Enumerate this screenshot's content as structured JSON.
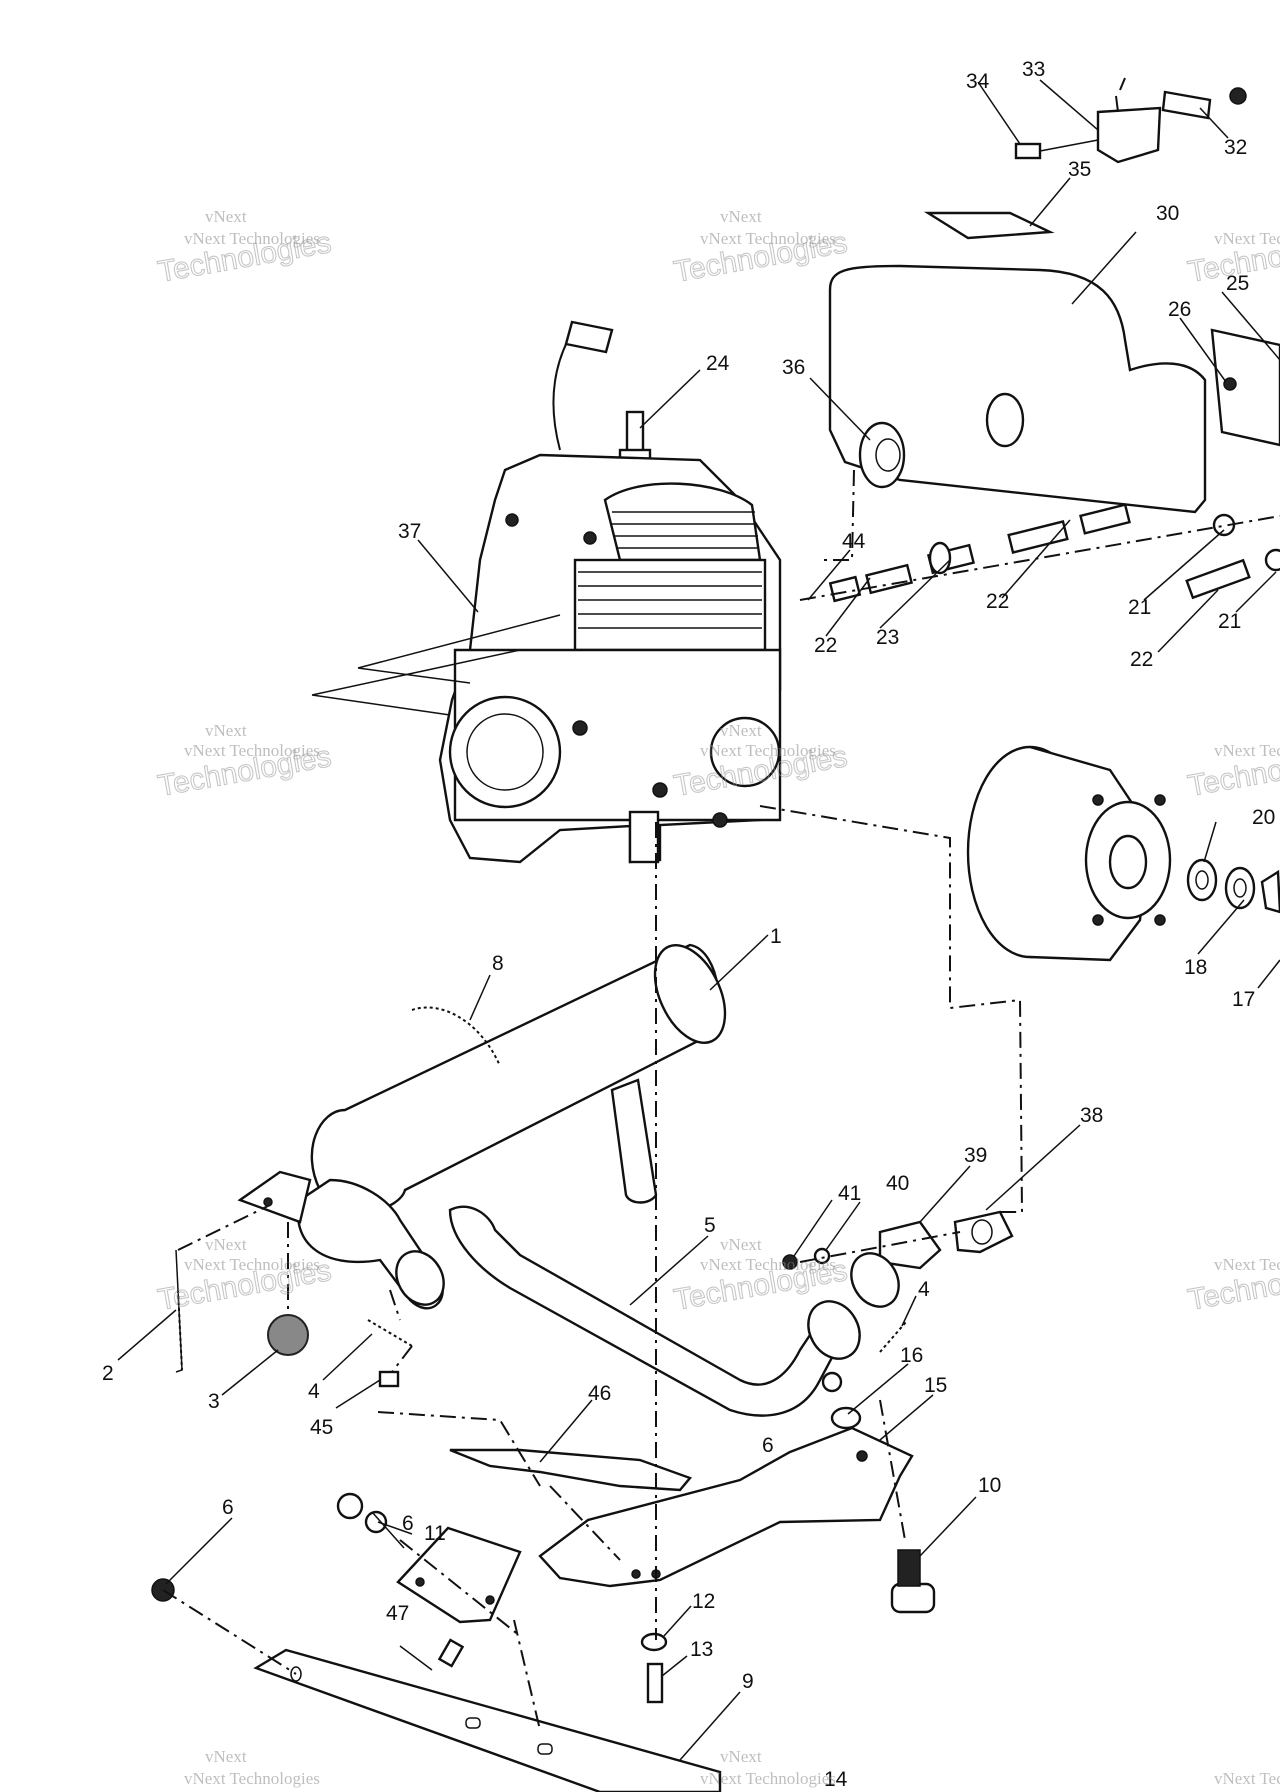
{
  "watermark": {
    "line1": "vNext",
    "line2": "vNext Technologies",
    "line3": "Technologies"
  },
  "callouts": [
    "1",
    "2",
    "3",
    "4",
    "5",
    "6",
    "8",
    "9",
    "10",
    "11",
    "12",
    "13",
    "14",
    "15",
    "16",
    "17",
    "18",
    "20",
    "21",
    "22",
    "23",
    "24",
    "25",
    "26",
    "30",
    "32",
    "33",
    "34",
    "35",
    "36",
    "37",
    "38",
    "39",
    "40",
    "41",
    "44",
    "45",
    "46",
    "47"
  ]
}
